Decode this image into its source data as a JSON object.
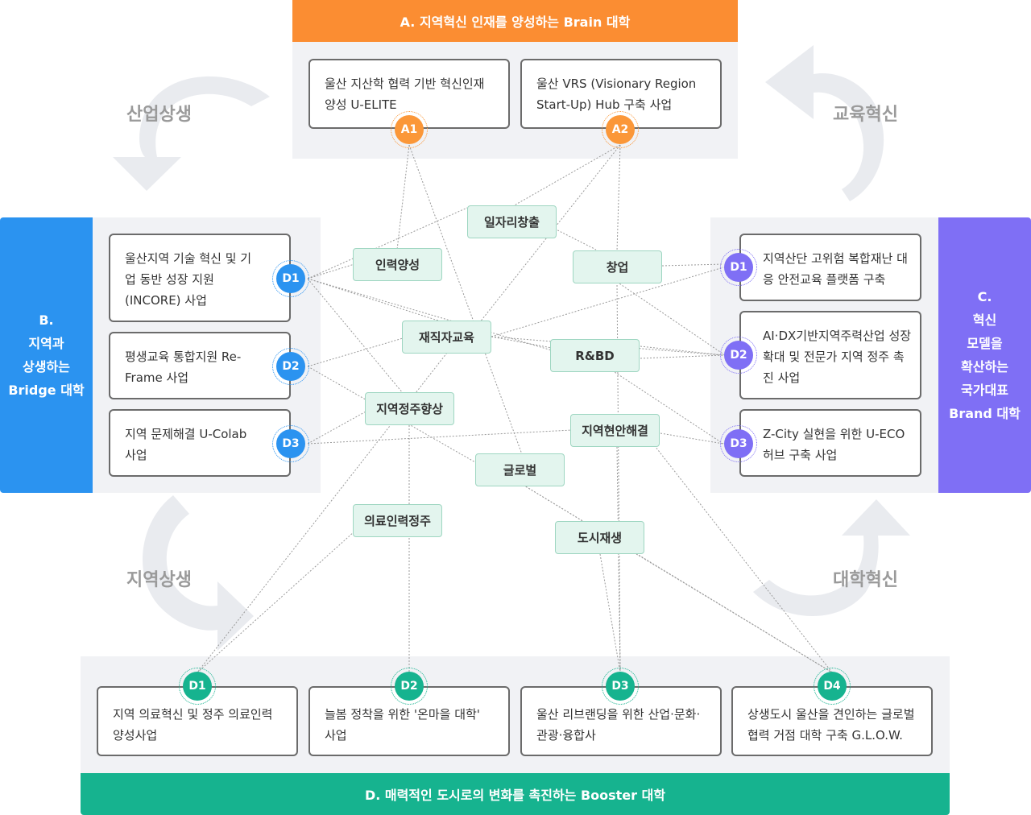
{
  "cycles": {
    "industry": "산업상생",
    "education": "교육혁신",
    "region": "지역상생",
    "university": "대학혁신"
  },
  "sections": {
    "a": {
      "title": "A. 지역혁신 인재를 양성하는 Brain 대학",
      "color": "#fb8d32"
    },
    "b": {
      "title": "B.\n지역과\n상생하는\nBridge 대학",
      "color": "#2b93f0"
    },
    "c": {
      "title": "C.\n혁신\n모델을\n확산하는\n국가대표\nBrand 대학",
      "color": "#7f6ff5"
    },
    "d": {
      "title": "D. 매력적인 도시로의 변화를 촉진하는 Booster 대학",
      "color": "#16b38f"
    }
  },
  "a_items": [
    {
      "badge": "A1",
      "text": "울산 지산학 협력 기반 혁신인재 양성 U-ELITE"
    },
    {
      "badge": "A2",
      "text": "울산 VRS (Visionary Region Start-Up) Hub 구축 사업"
    }
  ],
  "b_items": [
    {
      "badge": "D1",
      "text": "울산지역 기술 혁신 및 기업 동반 성장 지원 (INCORE) 사업"
    },
    {
      "badge": "D2",
      "text": "평생교육 통합지원 Re-Frame 사업"
    },
    {
      "badge": "D3",
      "text": "지역 문제해결 U-Colab 사업"
    }
  ],
  "c_items": [
    {
      "badge": "D1",
      "text": "지역산단 고위험 복합재난 대응 안전교육 플랫폼 구축"
    },
    {
      "badge": "D2",
      "text": "AI·DX기반지역주력산업 성장 확대 및 전문가 지역 정주 촉진 사업"
    },
    {
      "badge": "D3",
      "text": "Z-City 실현을 위한 U-ECO 허브 구축 사업"
    }
  ],
  "d_items": [
    {
      "badge": "D1",
      "text": "지역 의료혁신 및 정주 의료인력 양성사업"
    },
    {
      "badge": "D2",
      "text": "늘봄 정착을 위한 '온마을 대학' 사업"
    },
    {
      "badge": "D3",
      "text": "울산 리브랜딩을 위한 산업·문화·관광·융합사"
    },
    {
      "badge": "D4",
      "text": "상생도시 울산을 견인하는 글로벌 협력 거점 대학 구축 G.L.O.W."
    }
  ],
  "keywords": {
    "jobs": "일자리창출",
    "talent": "인력양성",
    "startup": "창업",
    "worker_edu": "재직자교육",
    "rnbd": "R&BD",
    "settle": "지역정주향상",
    "local_issue": "지역현안해결",
    "global": "글로벌",
    "medical": "의료인력정주",
    "urban": "도시재생"
  }
}
